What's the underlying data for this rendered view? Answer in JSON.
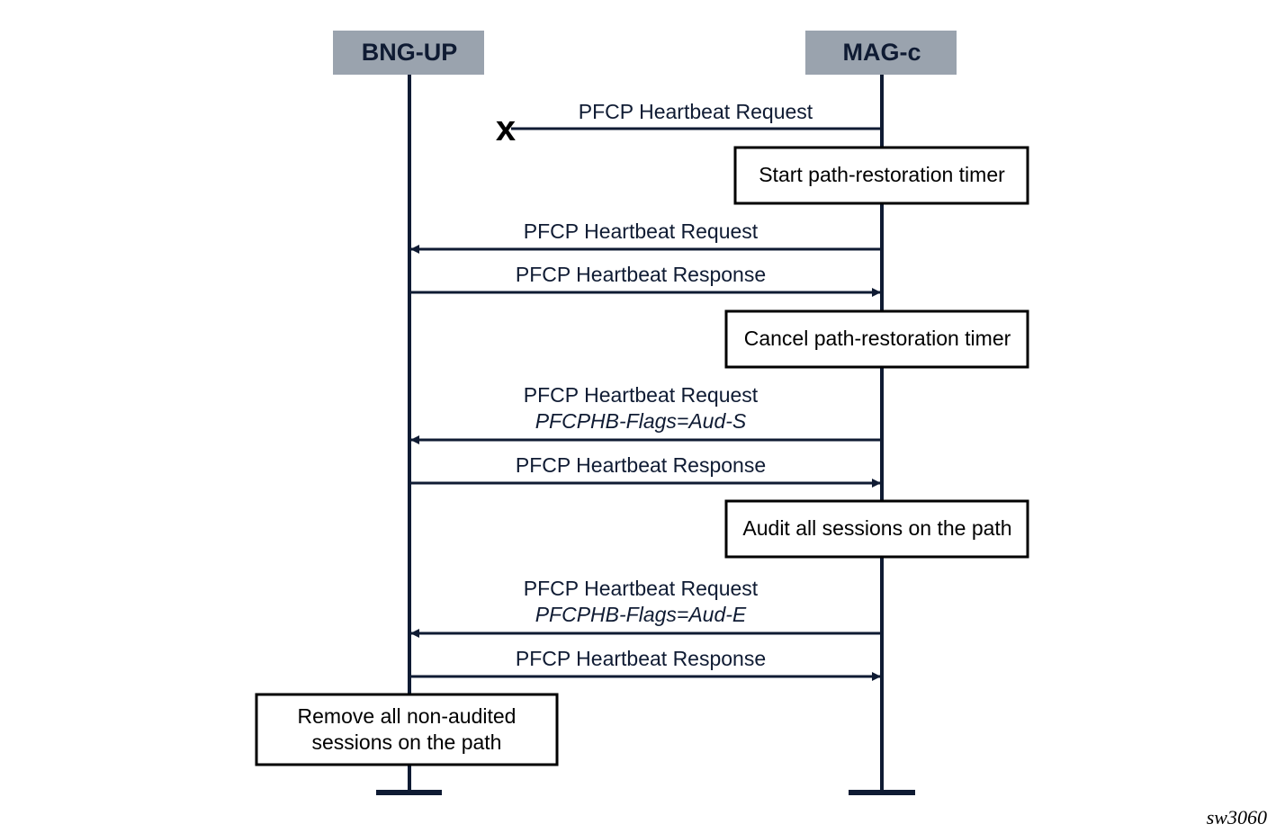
{
  "participants": {
    "left": {
      "label": "BNG-UP"
    },
    "right": {
      "label": "MAG-c"
    }
  },
  "colors": {
    "header_fill": "#9aa3ae",
    "line": "#0f1b33",
    "box_stroke": "#000000"
  },
  "messages": [
    {
      "label": "PFCP Heartbeat Request",
      "direction": "right-to-left",
      "lost": true
    },
    {
      "label": "PFCP Heartbeat Request",
      "direction": "right-to-left"
    },
    {
      "label": "PFCP Heartbeat Response",
      "direction": "left-to-right"
    },
    {
      "label": "PFCP Heartbeat Request",
      "sublabel": "PFCPHB-Flags=Aud-S",
      "direction": "right-to-left"
    },
    {
      "label": "PFCP Heartbeat Response",
      "direction": "left-to-right"
    },
    {
      "label": "PFCP Heartbeat Request",
      "sublabel": "PFCPHB-Flags=Aud-E",
      "direction": "right-to-left"
    },
    {
      "label": "PFCP Heartbeat Response",
      "direction": "left-to-right"
    }
  ],
  "lost_marker": "x",
  "boxes": {
    "start_timer": "Start path-restoration timer",
    "cancel_timer": "Cancel path-restoration timer",
    "audit": "Audit all sessions on the path",
    "remove_line1": "Remove all non-audited",
    "remove_line2": "sessions on the path"
  },
  "figure_id": "sw3060"
}
